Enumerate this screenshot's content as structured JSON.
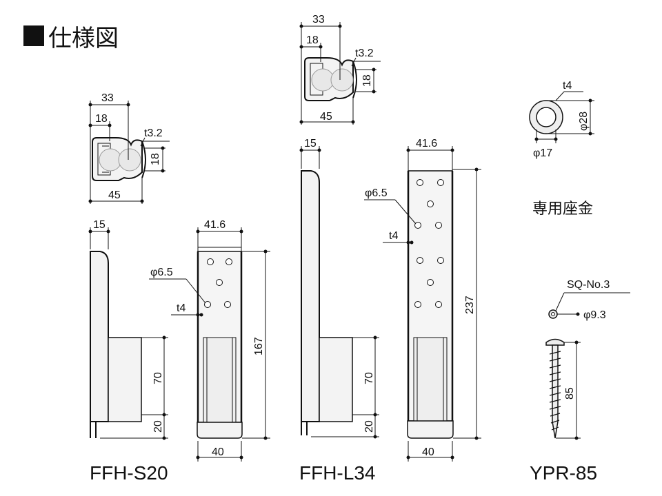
{
  "title": "仕様図",
  "models": {
    "s20": "FFH-S20",
    "l34": "FFH-L34",
    "ypr": "YPR-85"
  },
  "washer_label": "専用座金",
  "section": {
    "d33": "33",
    "d18": "18",
    "t": "t3.2",
    "h18": "18",
    "d45": "45"
  },
  "side": {
    "d15": "15",
    "d70": "70",
    "d20": "20"
  },
  "front": {
    "d41": "41.6",
    "phi": "φ6.5",
    "t4": "t4",
    "d167": "167",
    "d237": "237",
    "d40": "40"
  },
  "washer": {
    "t4": "t4",
    "phi28": "φ28",
    "phi17": "φ17"
  },
  "screw": {
    "sq": "SQ-No.3",
    "phi93": "φ9.3",
    "d85": "85"
  }
}
